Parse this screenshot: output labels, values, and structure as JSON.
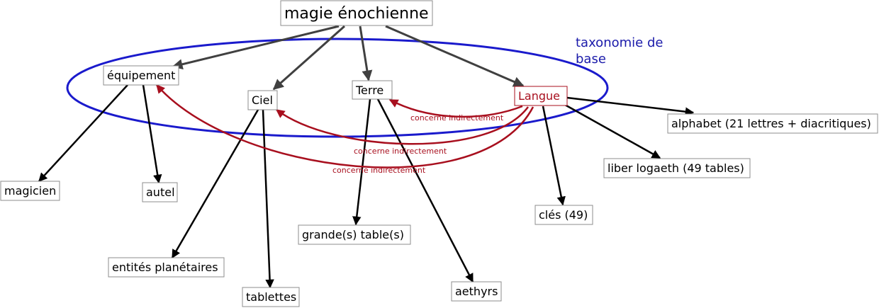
{
  "nodes": {
    "root": "magie énochienne",
    "equipement": "équipement",
    "ciel": "Ciel",
    "terre": "Terre",
    "langue": "Langue",
    "alphabet": "alphabet (21 lettres + diacritiques)",
    "liber": "liber logaeth (49 tables)",
    "cles": "clés (49)",
    "magicien": "magicien",
    "autel": "autel",
    "entites": "entités planétaires",
    "tablettes": "tablettes",
    "grandes": "grande(s) table(s)",
    "aethyrs": "aethyrs"
  },
  "taxonomy": {
    "line1": "taxonomie de",
    "line2": "base"
  },
  "relations": {
    "r1": "concerne indirectement",
    "r2": "concerne indirectement",
    "r3": "concerne indirectement"
  },
  "colors": {
    "taxonomy_ellipse": "#1a1acc",
    "relation_red": "#a80f1e",
    "hierarchy_gray": "#404040"
  }
}
